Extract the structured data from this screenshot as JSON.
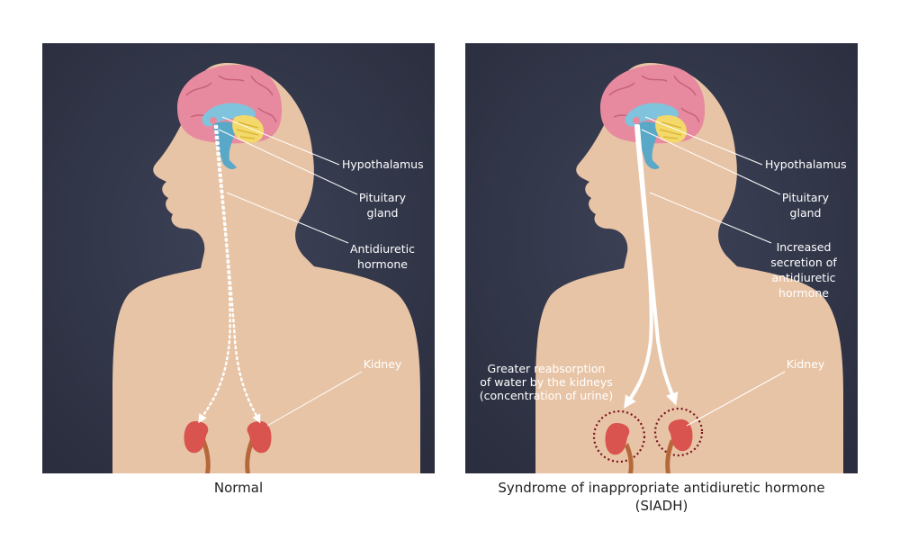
{
  "colors": {
    "background": "#353a4e",
    "skin": "#e8c4a6",
    "brain": "#e78aa0",
    "brain_inner": "#7fc3dc",
    "cerebellum": "#f2d96a",
    "kidney": "#d9534f",
    "ureter": "#b5693a",
    "pointer_line": "#ffffff",
    "highlight_ring": "#7a1020"
  },
  "panels": [
    {
      "caption": "Normal",
      "labels": {
        "hypothalamus": "Hypothalamus",
        "pituitary_1": "Pituitary",
        "pituitary_2": "gland",
        "hormone_1": "Antidiuretic",
        "hormone_2": "hormone",
        "kidney": "Kidney"
      },
      "hormone_arrow_style": "dotted"
    },
    {
      "caption_1": "Syndrome of inappropriate antidiuretic hormone",
      "caption_2": "(SIADH)",
      "labels": {
        "hypothalamus": "Hypothalamus",
        "pituitary_1": "Pituitary",
        "pituitary_2": "gland",
        "hormone_1": "Increased",
        "hormone_2": "secretion of",
        "hormone_3": "antidiuretic",
        "hormone_4": "hormone",
        "kidney": "Kidney",
        "reabsorption_1": "Greater reabsorption",
        "reabsorption_2": "of water by the kidneys",
        "reabsorption_3": "(concentration of urine)"
      },
      "hormone_arrow_style": "solid"
    }
  ]
}
